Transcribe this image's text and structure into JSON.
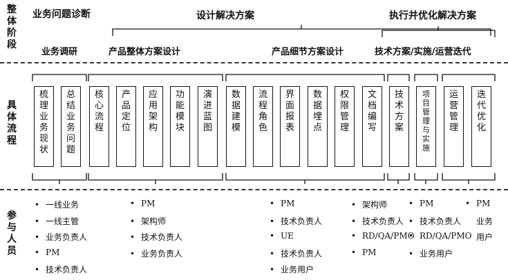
{
  "row_labels": {
    "stage": "整体阶段",
    "process": "具体流程",
    "people": "参与人员"
  },
  "phases": {
    "diagnosis": "业务问题诊断",
    "design": "设计解决方案",
    "execute": "执行并优化解决方案"
  },
  "subphases": {
    "research": "业务调研",
    "overall": "产品整体方案设计",
    "detail": "产品细节方案设计",
    "tech": "技术方案/实施/运营迭代"
  },
  "steps": [
    "梳理业务现状",
    "总结业务问题",
    "核心流程",
    "产品定位",
    "应用架构",
    "功能模块",
    "演进蓝图",
    "数据建模",
    "流程角色",
    "界面报表",
    "数据埋点",
    "权限管理",
    "文档编写",
    "技术方案",
    "项目管理与实施",
    "运营管理",
    "迭代优化"
  ],
  "participants": {
    "research": [
      "一线业务",
      "一线主管",
      "业务负责人",
      "PM",
      "技术负责人"
    ],
    "overall": [
      "PM",
      "架构师",
      "技术负责人",
      "业务负责人"
    ],
    "detail": [
      "PM",
      "技术负责人",
      "UE",
      "技术负责人",
      "业务用户"
    ],
    "tech": [
      "架构师",
      "技术负责人",
      "RD/QA/PMO",
      "PM"
    ],
    "project": [
      "PM",
      "技术负责人",
      "RD/QA/PMO",
      "业务用户"
    ],
    "ops": [
      "PM",
      "业务",
      "用户"
    ]
  }
}
